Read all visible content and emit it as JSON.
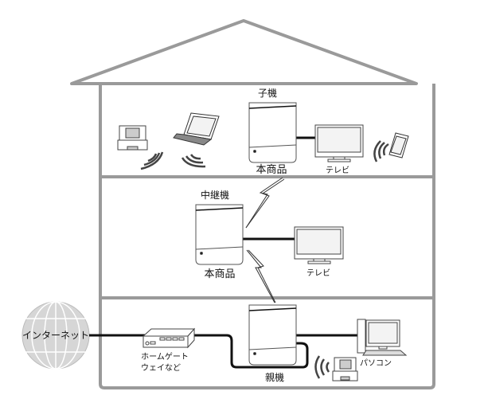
{
  "colors": {
    "wall": "#9a9a9a",
    "cable": "#111111",
    "globe": "#d6d6d6",
    "device_outline": "#555555"
  },
  "top_floor": {
    "unit_role": "子機",
    "unit_name": "本商品",
    "tv_label": "テレビ"
  },
  "middle_floor": {
    "unit_role": "中継機",
    "unit_name": "本商品",
    "tv_label": "テレビ"
  },
  "bottom_floor": {
    "internet_label": "インターネット",
    "gateway_label_line1": "ホームゲート",
    "gateway_label_line2": "ウェイなど",
    "unit_role": "親機",
    "pc_label": "パソコン"
  }
}
